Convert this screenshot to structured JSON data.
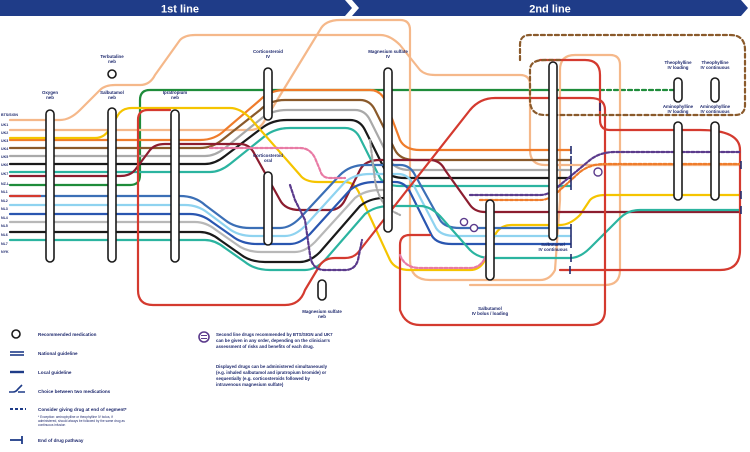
{
  "headers": {
    "first_line": "1st line",
    "second_line": "2nd line"
  },
  "guidelines": [
    "BTS/SIGN",
    "UK1",
    "UK2",
    "UK3",
    "UK4",
    "UK5",
    "UK6",
    "UK7",
    "NZ-L",
    "NL1",
    "NL2",
    "NL3",
    "NL4",
    "NL5",
    "NL6",
    "NL7",
    "NYK"
  ],
  "colors": {
    "header": "#1f3c88",
    "lines": [
      "#1e8c3a",
      "#ef7c2b",
      "#8a5a2b",
      "#a9a9a9",
      "#8c1d2f",
      "#f5c400",
      "#1a1a1a",
      "#4a2a7a",
      "#2bb4a0",
      "#d43a2f",
      "#3b6fb6",
      "#8fd3f0",
      "#2a56b0",
      "#b8b8b8",
      "#e87aa4",
      "#f5b88a",
      "#5b3b8c"
    ]
  },
  "stations": [
    {
      "id": "oxygen",
      "lines": [
        "Oxygen",
        "neb"
      ]
    },
    {
      "id": "terbutaline",
      "lines": [
        "Terbutaline",
        "neb"
      ]
    },
    {
      "id": "salbutamol-neb",
      "lines": [
        "Salbutamol",
        "neb"
      ]
    },
    {
      "id": "ipratropium",
      "lines": [
        "Ipratropium",
        "neb"
      ]
    },
    {
      "id": "corticosteroid-iv",
      "lines": [
        "Corticosteroid",
        "IV"
      ]
    },
    {
      "id": "corticosteroid-oral",
      "lines": [
        "Corticosteroid",
        "oral"
      ]
    },
    {
      "id": "magnesium-iv",
      "lines": [
        "Magnesium sulfate",
        "IV"
      ]
    },
    {
      "id": "magnesium-neb",
      "lines": [
        "Magnesium sulfate",
        "neb"
      ]
    },
    {
      "id": "salbutamol-continuous",
      "lines": [
        "Salbutamol",
        "IV continuous"
      ]
    },
    {
      "id": "salbutamol-bolus",
      "lines": [
        "Salbutamol",
        "IV bolus / loading"
      ]
    },
    {
      "id": "theophylline-loading",
      "lines": [
        "Theophylline",
        "IV loading"
      ]
    },
    {
      "id": "theophylline-continuous",
      "lines": [
        "Theophylline",
        "IV continuous"
      ]
    },
    {
      "id": "aminophylline-loading",
      "lines": [
        "Aminophylline",
        "IV loading"
      ]
    },
    {
      "id": "aminophylline-continuous",
      "lines": [
        "Aminophylline",
        "IV continuous"
      ]
    }
  ],
  "legend": {
    "recommended": "Recommended medication",
    "national": "National guideline",
    "local": "Local guideline",
    "choice": "Choice between two medications",
    "consider": "Consider giving drug at end of segment*",
    "footnote": [
      "* Exception: aminophylline or theophylline IV bolus, if",
      "administered, should always be followed by the same drug as",
      "continuous infusion"
    ],
    "end": "End of drug pathway"
  },
  "notes": {
    "order": [
      "Second line drugs recommended by BTS/SIGN and UK7",
      "can be given in any order, depending on the clinician's",
      "assessment of risks and benefits of each drug."
    ],
    "simultaneous": [
      "Displayed drugs can be administered simultaneously",
      "(e.g. inhaled salbutamol and ipratropium bromide) or",
      "sequentially (e.g. corticosteroids followed by",
      "intravenous magnesium sulfate)"
    ]
  }
}
